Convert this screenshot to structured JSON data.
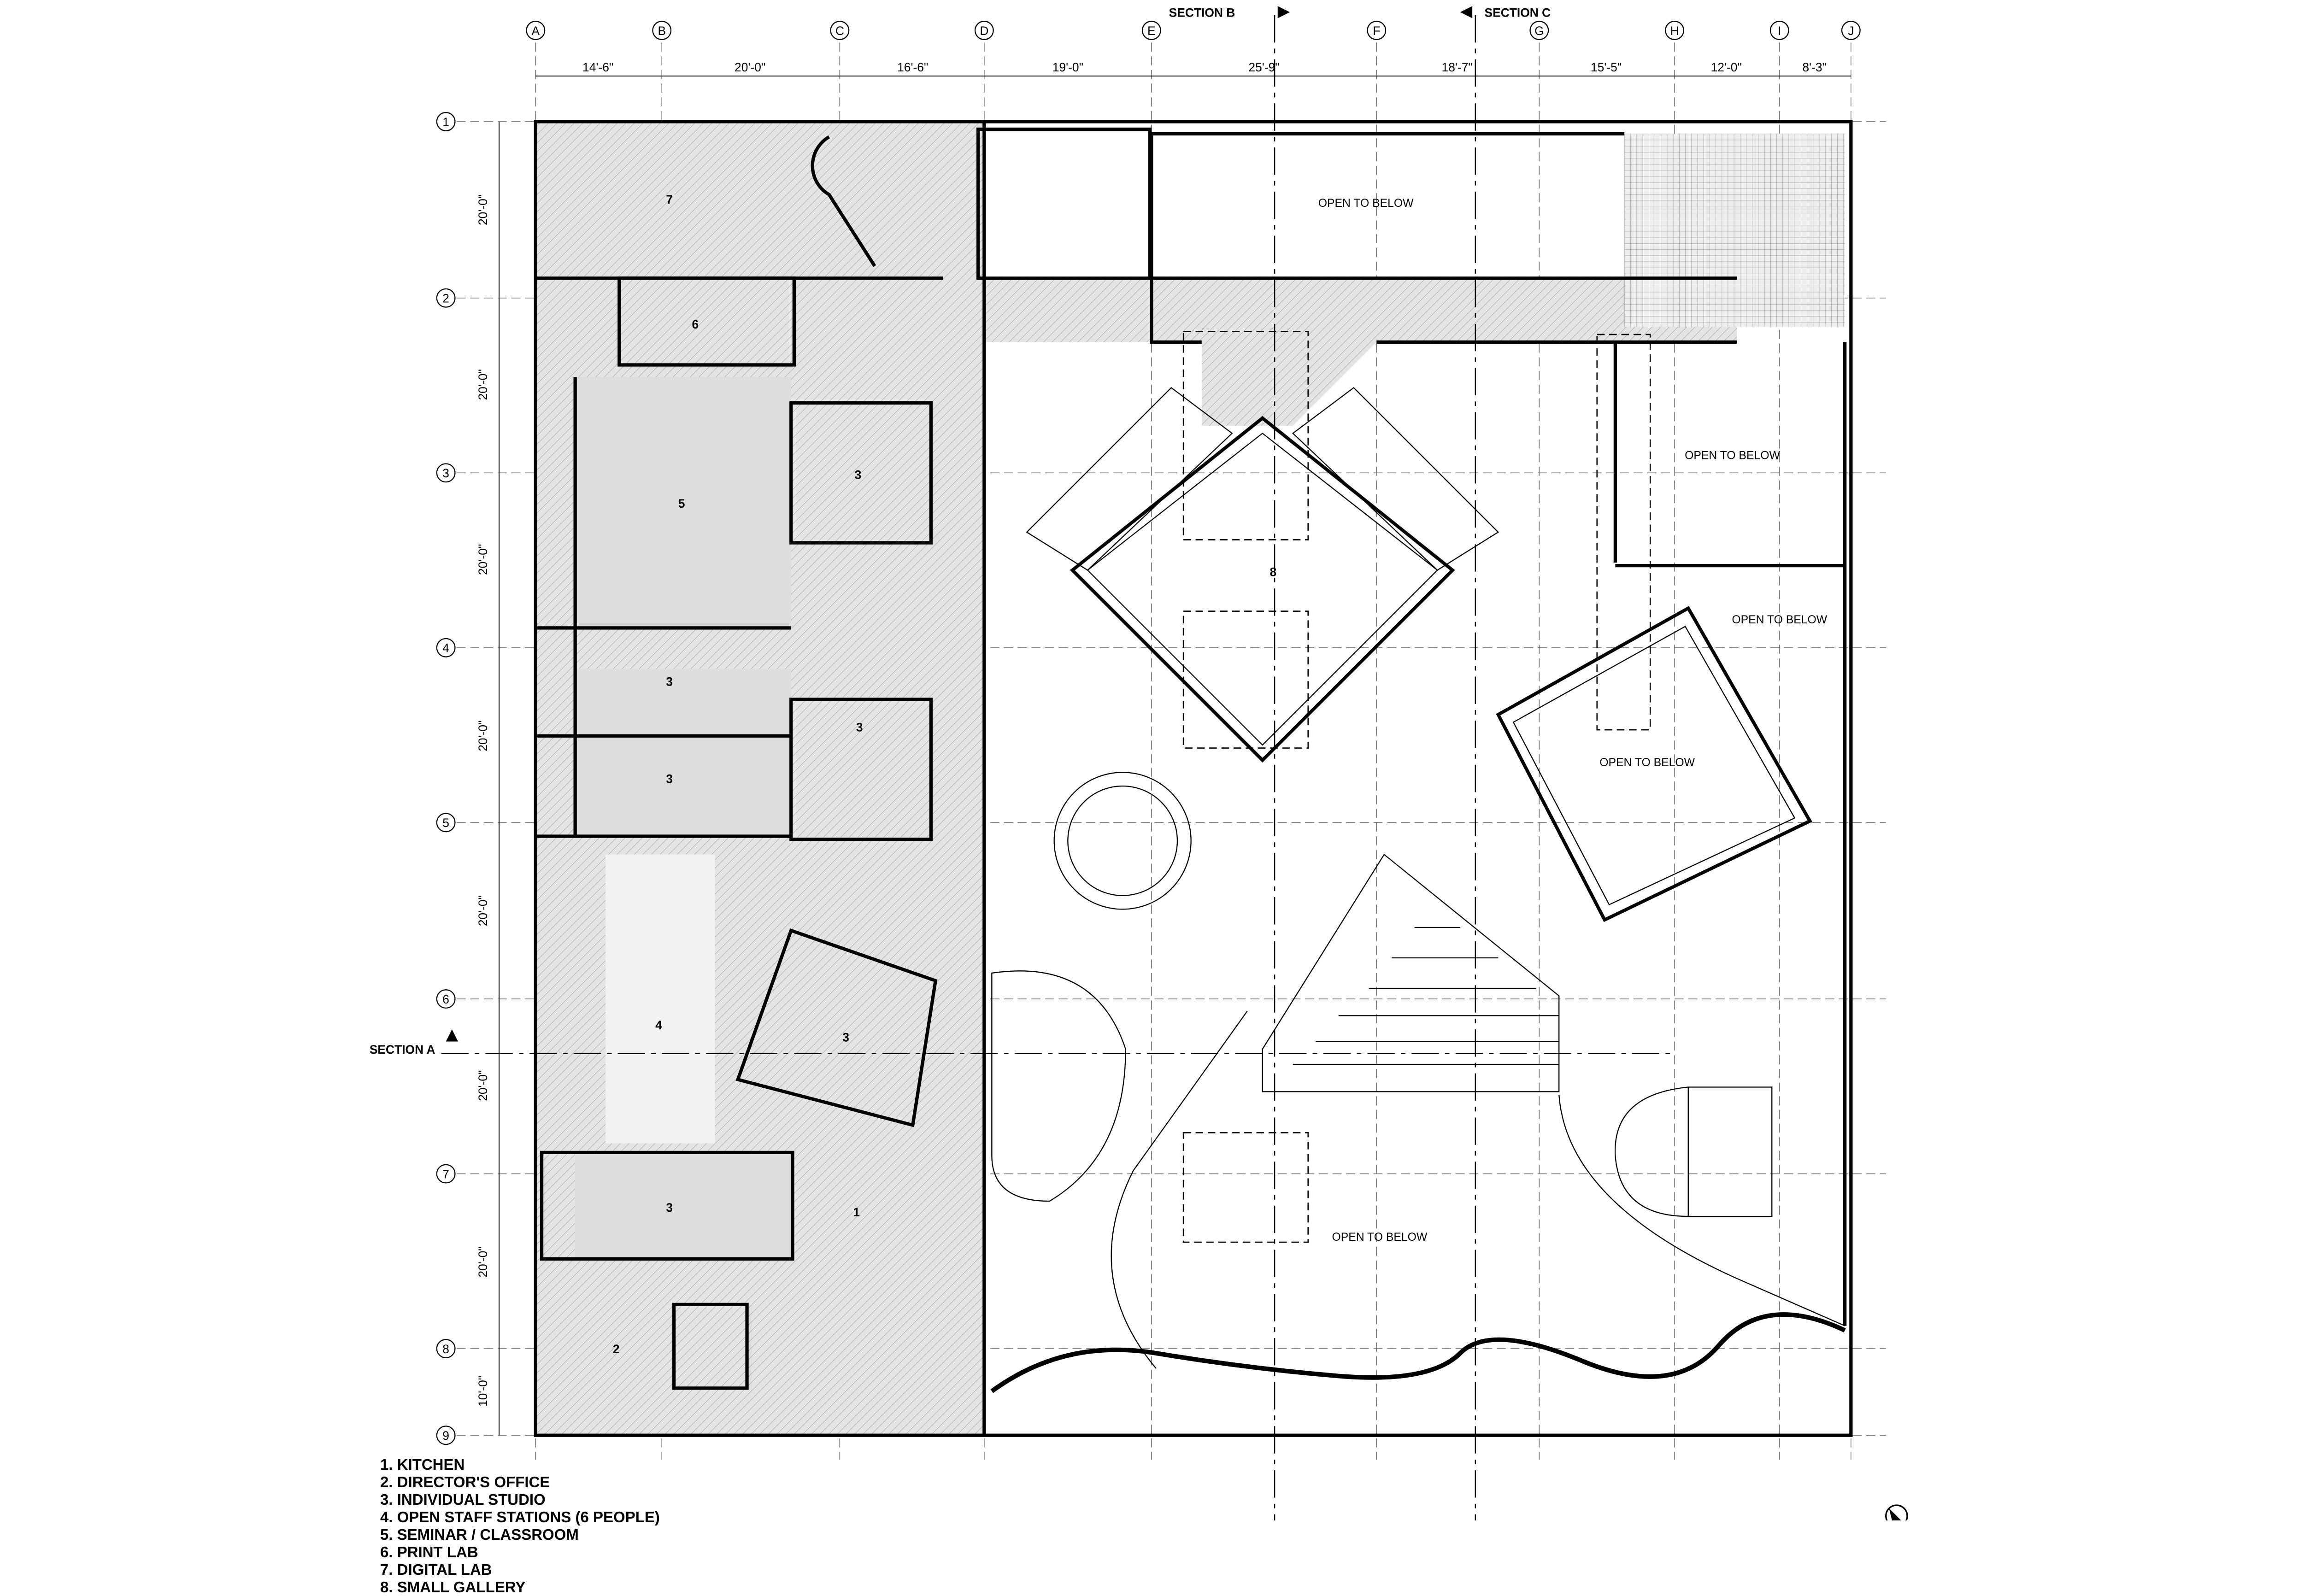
{
  "title": "Floor Plan",
  "grid_columns": [
    "A",
    "B",
    "C",
    "D",
    "E",
    "F",
    "G",
    "H",
    "I",
    "J"
  ],
  "column_dimensions": [
    "14'-6\"",
    "20'-0\"",
    "16'-6\"",
    "19'-0\"",
    "25'-9\"",
    "18'-7\"",
    "15'-5\"",
    "12'-0\"",
    "8'-3\""
  ],
  "grid_rows": [
    "1",
    "2",
    "3",
    "4",
    "5",
    "6",
    "7",
    "8",
    "9"
  ],
  "row_dimensions": [
    "20'-0\"",
    "20'-0\"",
    "20'-0\"",
    "20'-0\"",
    "20'-0\"",
    "20'-0\"",
    "20'-0\"",
    "10'-0\""
  ],
  "sections": {
    "a": "SECTION A",
    "b": "SECTION B",
    "c": "SECTION C"
  },
  "rooms": [
    "7",
    "6",
    "5",
    "3",
    "3",
    "3",
    "3",
    "4",
    "3",
    "3",
    "1",
    "2",
    "8"
  ],
  "open_to_below": [
    "OPEN TO BELOW",
    "OPEN TO BELOW",
    "OPEN TO BELOW",
    "OPEN TO BELOW",
    "OPEN TO BELOW"
  ],
  "legend": [
    "1. KITCHEN",
    "2. DIRECTOR'S OFFICE",
    "3. INDIVIDUAL STUDIO",
    "4. OPEN STAFF STATIONS (6 PEOPLE)",
    "5. SEMINAR / CLASSROOM",
    "6. PRINT LAB",
    "7. DIGITAL LAB",
    "8. SMALL GALLERY"
  ]
}
